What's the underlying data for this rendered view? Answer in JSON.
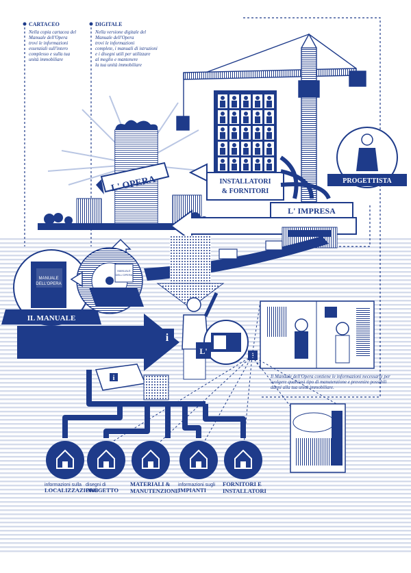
{
  "notes": {
    "print": {
      "title": "CARTACEO",
      "lines": [
        "Nella copia cartacea del",
        "Manuale dell'Opera",
        "trovi le informazioni",
        "essenziali sull'intero",
        "complesso e sulla tua",
        "unità immobiliare"
      ]
    },
    "digital": {
      "title": "DIGITALE",
      "lines": [
        "Nella versione digitale del",
        "Manuale dell'Opera",
        "trovi le informazioni",
        "complete, i manuali di istruzioni",
        "e i disegni utili per utilizzare",
        "al meglio e mantenere",
        "la tua unità immobiliare"
      ]
    }
  },
  "banners": {
    "opera": "L' OPERA",
    "installers": [
      "INSTALLATORI",
      "& FORNITORI"
    ],
    "designer": "PROGETTISTA",
    "company": "L' IMPRESA",
    "manual": "IL MANUALE"
  },
  "book": {
    "title": [
      "MANUALE",
      "DELL'OPERA"
    ]
  },
  "disc": {
    "label": [
      "MANUALE",
      "DELL'OPERA"
    ]
  },
  "icons": {
    "info": "i",
    "sign_l": "L'"
  },
  "caption": [
    "Il Manuale dell'Opera contiene le informazioni necessarie per",
    "svolgere qualsiasi tipo di manutenzione e prevenire possibili",
    "danni alla tua unità immobiliare."
  ],
  "categories": [
    {
      "icon": "location-pin-icon",
      "small": "informazioni sulla",
      "big": [
        "LOCALIZZAZIONE"
      ]
    },
    {
      "icon": "house-plan-icon",
      "small": "disegni di",
      "big": [
        "PROGETTO"
      ]
    },
    {
      "icon": "house-materials-icon",
      "small": "",
      "big": [
        "MATERIALI &",
        "MANUTENZIONE"
      ]
    },
    {
      "icon": "house-systems-icon",
      "small": "informazioni sugli",
      "big": [
        "IMPIANTI"
      ]
    },
    {
      "icon": "house-suppliers-icon",
      "small": "",
      "big": [
        "FORNITORI E",
        "INSTALLATORI"
      ]
    }
  ],
  "colors": {
    "primary": "#1e3b8a",
    "light": "#b9c6e3",
    "mid": "#6f86c2",
    "stripe": "#d4dbeb"
  }
}
